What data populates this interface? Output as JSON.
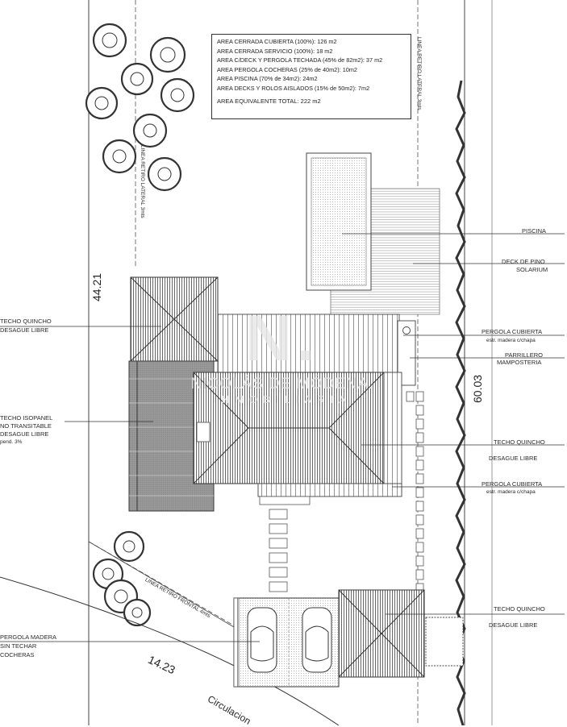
{
  "area_table": {
    "rows": [
      "AREA CERRADA CUBIERTA (100%):  126 m2",
      "AREA CERRADA SERVICIO (100%):  18 m2",
      "AREA C/DECK Y PERGOLA TECHADA (45% de 82m2):  37 m2",
      "AREA PERGOLA COCHERAS (25% de 40m2):  10m2",
      "AREA PISCINA (70% de 34m2):  24m2",
      "AREA DECKS Y ROLOS AISLADOS (15% de 50m2):  7m2"
    ],
    "total": "AREA EQUIVALENTE TOTAL: 222 m2"
  },
  "labels": {
    "piscina": "PISCINA",
    "deck_pino_1": "DECK DE PINO",
    "deck_pino_2": "SOLARIUM",
    "pergola_cubierta_1": "PERGOLA CUBIERTA",
    "pergola_cubierta_1b": "estr. madera c/chapa",
    "parrillero_1": "PARRILLERO",
    "parrillero_2": "MAMPOSTERIA",
    "techo_quincho_1": "TECHO QUINCHO",
    "desague_libre_1": "DESAGUE LIBRE",
    "pergola_cubierta_2": "PERGOLA CUBIERTA",
    "pergola_cubierta_2b": "estr. madera c/chapa",
    "techo_quincho_2": "TECHO QUINCHO",
    "desague_libre_2": "DESAGUE LIBRE",
    "techo_quincho_left": "TECHO QUINCHO",
    "desague_libre_left": "DESAGUE LIBRE",
    "isopanel_1": "TECHO ISOPANEL",
    "isopanel_2": "NO TRANSITABLE",
    "isopanel_3": "DESAGUE LIBRE",
    "isopanel_4": "pend. 3%",
    "pergola_madera_1": "PERGOLA MADERA",
    "pergola_madera_2": "SIN TECHAR",
    "pergola_madera_3": "COCHERAS",
    "retiro_lateral_right": "LINEA RETIRO LATERAL 3mts",
    "retiro_lateral_left": "LINEA RETIRO LATERAL 3mts",
    "retiro_frontal": "LINEA RETIRO FRONTAL 4mts",
    "circulacion": "Circulacion"
  },
  "dimensions": {
    "left_depth": "44.21",
    "right_depth": "60.03",
    "front_width": "14.23"
  },
  "watermark": {
    "logo": "N.",
    "name": "NICOLÁS DE MÓDENA.",
    "sub": "INMOBILIARIA"
  }
}
